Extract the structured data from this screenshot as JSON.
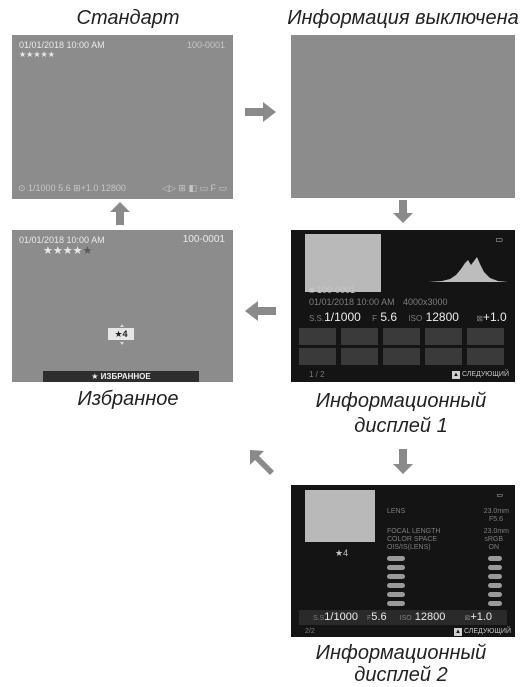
{
  "captions": {
    "standard": "Стандарт",
    "info_off": "Информация выключена",
    "favorite": "Избранное",
    "info1_line1": "Информационный",
    "info1_line2": "дисплей 1",
    "info2_line1": "Информационный",
    "info2_line2": "дисплей 2"
  },
  "standard_screen": {
    "datetime": "01/01/2018 10:00 AM",
    "frame": "100-0001",
    "stars": "★★★★★",
    "bottom_left": "⊙ 1/1000   5.6  ⊞+1.0   12800",
    "bottom_right": "◁▷ ⊞ ◧ ▭ F ▭"
  },
  "favorite_screen": {
    "datetime": "01/01/2018 10:00 AM",
    "frame": "100-0001",
    "stars_filled": "★★★★",
    "star_empty": "★",
    "rating_box": "★4",
    "bar_label": "★ ИЗБРАННОЕ"
  },
  "info1_screen": {
    "frame": "100-0001",
    "datetime": "01/01/2018 10:00 AM",
    "resolution": "4000x3000",
    "ss_label": "S.S.",
    "ss_value": "1/1000",
    "f_label": "F",
    "f_value": "5.6",
    "iso_label": "ISO",
    "iso_value": "12800",
    "ev_label": "⊠",
    "ev_value": "+1.0",
    "page": "1 / 2",
    "next": "СЛЕДУЮЩИЙ"
  },
  "info2_screen": {
    "rating": "★4",
    "labels": [
      "LENS",
      "FOCAL LENGTH",
      "COLOR SPACE",
      "OIS/IS(LENS)"
    ],
    "values": [
      "23.0mm",
      "F5.6",
      "23.0mm",
      "sRGB",
      "ON"
    ],
    "ss_label": "S.S",
    "ss_value": "1/1000",
    "f_label": "F",
    "f_value": "5.6",
    "iso_label": "ISO",
    "iso_value": "12800",
    "ev_label": "⊠",
    "ev_value": "+1.0",
    "page": "2/2",
    "next": "СЛЕДУЮЩИЙ"
  },
  "colors": {
    "screen_gray": "#8c8c8c",
    "screen_dark": "#141414",
    "arrow": "#8a8a8a"
  }
}
